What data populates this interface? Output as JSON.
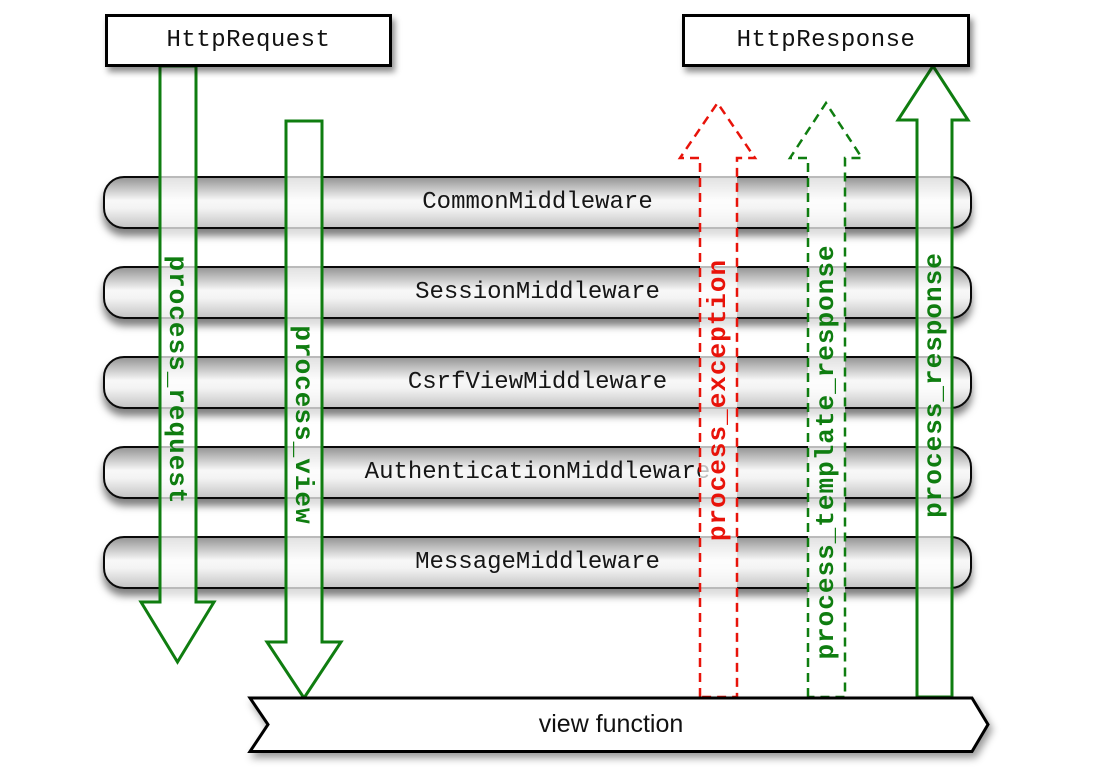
{
  "diagram": {
    "request_box": "HttpRequest",
    "response_box": "HttpResponse",
    "middlewares": [
      "CommonMiddleware",
      "SessionMiddleware",
      "CsrfViewMiddleware",
      "AuthenticationMiddleware",
      "MessageMiddleware"
    ],
    "arrows": [
      {
        "label": "process_request",
        "color": "#0f7d10",
        "style": "solid",
        "direction": "down"
      },
      {
        "label": "process_view",
        "color": "#0f7d10",
        "style": "solid",
        "direction": "down"
      },
      {
        "label": "process_exception",
        "color": "#e8130a",
        "style": "dashed",
        "direction": "up"
      },
      {
        "label": "process_template_response",
        "color": "#0f7d10",
        "style": "dashed",
        "direction": "up"
      },
      {
        "label": "process_response",
        "color": "#0f7d10",
        "style": "solid",
        "direction": "up"
      }
    ],
    "view_banner": "view function",
    "colors": {
      "green": "#0f7d10",
      "red": "#e8130a",
      "bar_border": "#0a0a0a"
    }
  }
}
